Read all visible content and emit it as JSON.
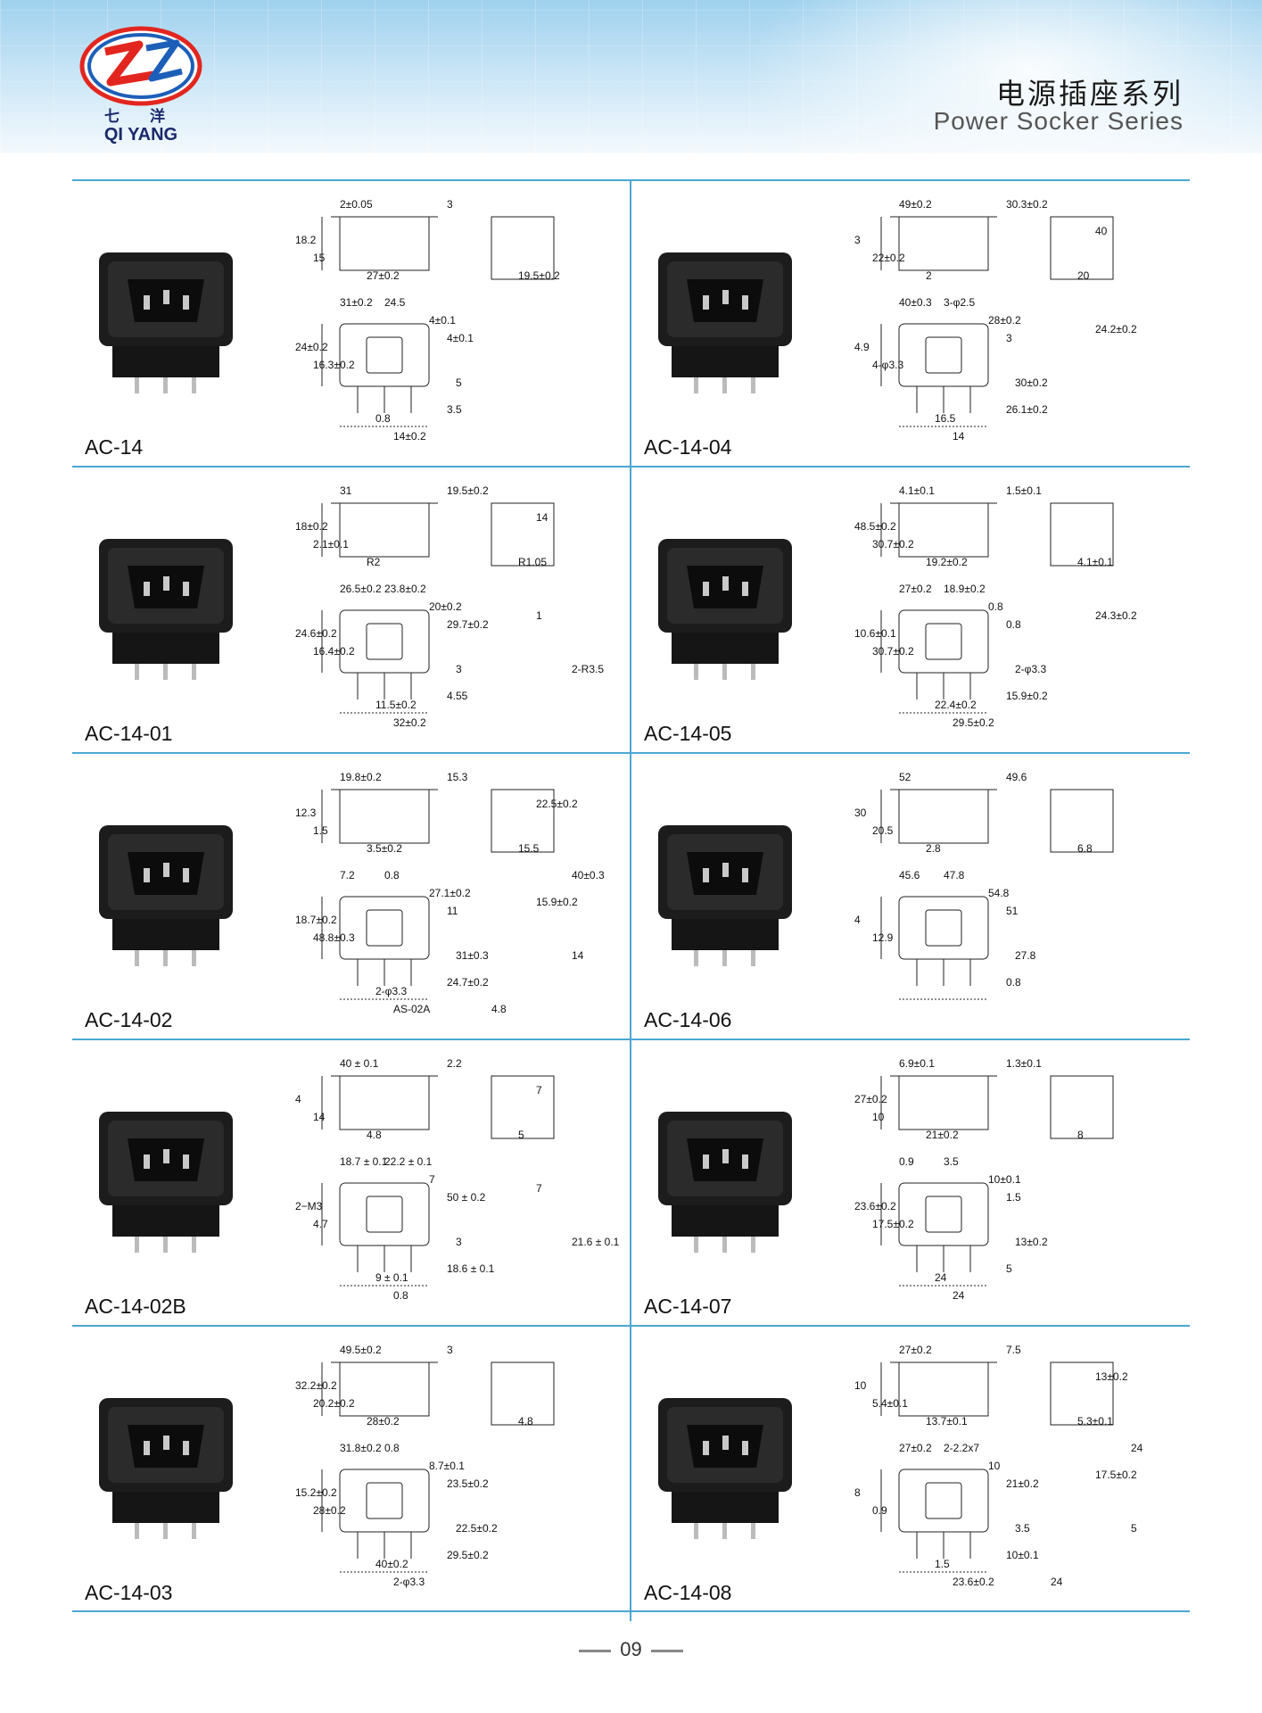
{
  "header": {
    "brand_cn": "七 洋",
    "brand_en": "QI YANG",
    "title_cn": "电源插座系列",
    "title_en": "Power Socker Series"
  },
  "products": [
    {
      "model": "AC-14",
      "dims": [
        "2±0.05",
        "3",
        "18.2",
        "15",
        "27±0.2",
        "19.5±0.2",
        "31±0.2",
        "24.5",
        "4±0.1",
        "4±0.1",
        "24±0.2",
        "16.3±0.2",
        "5",
        "3.5",
        "0.8",
        "14±0.2"
      ]
    },
    {
      "model": "AC-14-04",
      "dims": [
        "49±0.2",
        "30.3±0.2",
        "3",
        "22±0.2",
        "2",
        "20",
        "40±0.3",
        "3-φ2.5",
        "28±0.2",
        "3",
        "4.9",
        "4-φ3.3",
        "30±0.2",
        "26.1±0.2",
        "16.5",
        "14",
        "24.2±0.2",
        "40"
      ]
    },
    {
      "model": "AC-14-01",
      "dims": [
        "31",
        "19.5±0.2",
        "18±0.2",
        "2.1±0.1",
        "R2",
        "R1.05",
        "26.5±0.2",
        "23.8±0.2",
        "20±0.2",
        "29.7±0.2",
        "24.6±0.2",
        "16.4±0.2",
        "3",
        "4.55",
        "11.5±0.2",
        "32±0.2",
        "1",
        "14",
        "2-R3.5"
      ]
    },
    {
      "model": "AC-14-05",
      "dims": [
        "4.1±0.1",
        "1.5±0.1",
        "48.5±0.2",
        "30.7±0.2",
        "19.2±0.2",
        "4.1±0.1",
        "27±0.2",
        "18.9±0.2",
        "0.8",
        "0.8",
        "10.6±0.1",
        "30.7±0.2",
        "2-φ3.3",
        "15.9±0.2",
        "22.4±0.2",
        "29.5±0.2",
        "24.3±0.2"
      ]
    },
    {
      "model": "AC-14-02",
      "dims": [
        "19.8±0.2",
        "15.3",
        "12.3",
        "1.5",
        "3.5±0.2",
        "15.5",
        "7.2",
        "0.8",
        "27.1±0.2",
        "11",
        "18.7±0.2",
        "48.8±0.3",
        "31±0.3",
        "24.7±0.2",
        "2-φ3.3",
        "AS-02A",
        "15.9±0.2",
        "22.5±0.2",
        "14",
        "40±0.3",
        "4.8"
      ]
    },
    {
      "model": "AC-14-06",
      "dims": [
        "52",
        "49.6",
        "30",
        "20.5",
        "2.8",
        "6.8",
        "45.6",
        "47.8",
        "54.8",
        "51",
        "4",
        "12.9",
        "27.8",
        "0.8"
      ]
    },
    {
      "model": "AC-14-02B",
      "dims": [
        "40 ± 0.1",
        "2.2",
        "4",
        "14",
        "4.8",
        "5",
        "18.7 ± 0.1",
        "22.2 ± 0.1",
        "7",
        "50 ± 0.2",
        "2−M3",
        "4.7",
        "3",
        "18.6 ± 0.1",
        "9 ± 0.1",
        "0.8",
        "7",
        "7",
        "21.6 ± 0.1"
      ]
    },
    {
      "model": "AC-14-07",
      "dims": [
        "6.9±0.1",
        "1.3±0.1",
        "27±0.2",
        "10",
        "21±0.2",
        "8",
        "0.9",
        "3.5",
        "10±0.1",
        "1.5",
        "23.6±0.2",
        "17.5±0.2",
        "13±0.2",
        "5",
        "24",
        "24"
      ]
    },
    {
      "model": "AC-14-03",
      "dims": [
        "49.5±0.2",
        "3",
        "32.2±0.2",
        "20.2±0.2",
        "28±0.2",
        "4.8",
        "31.8±0.2",
        "0.8",
        "8.7±0.1",
        "23.5±0.2",
        "15.2±0.2",
        "28±0.2",
        "22.5±0.2",
        "29.5±0.2",
        "40±0.2",
        "2-φ3.3"
      ]
    },
    {
      "model": "AC-14-08",
      "dims": [
        "27±0.2",
        "7.5",
        "10",
        "5.4±0.1",
        "13.7±0.1",
        "5.3±0.1",
        "27±0.2",
        "2-2.2x7",
        "10",
        "21±0.2",
        "8",
        "0.9",
        "3.5",
        "10±0.1",
        "1.5",
        "23.6±0.2",
        "17.5±0.2",
        "13±0.2",
        "5",
        "24",
        "24"
      ]
    }
  ],
  "footer": {
    "page_number": "09"
  },
  "colors": {
    "rule": "#4ba7d3",
    "banner": "#9fd1ee",
    "logo_red": "#e2261f",
    "logo_blue": "#1d5fb8"
  }
}
